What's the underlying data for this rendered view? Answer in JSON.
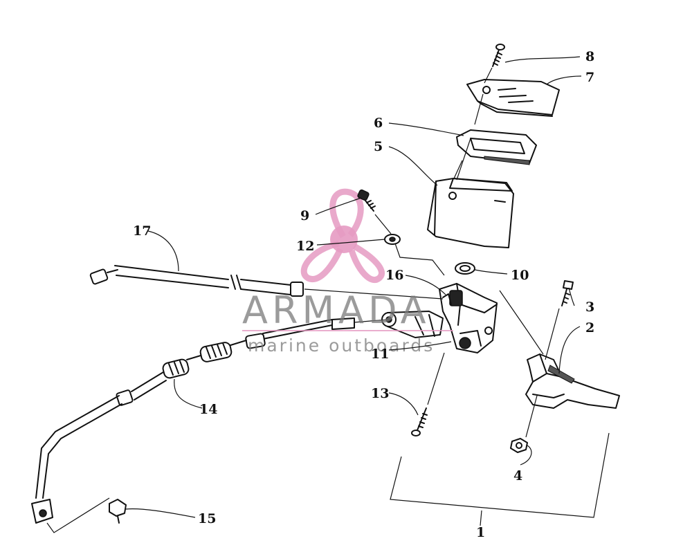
{
  "callouts": [
    {
      "id": "1",
      "label": "1"
    },
    {
      "id": "2",
      "label": "2"
    },
    {
      "id": "3",
      "label": "3"
    },
    {
      "id": "4",
      "label": "4"
    },
    {
      "id": "5",
      "label": "5"
    },
    {
      "id": "6",
      "label": "6"
    },
    {
      "id": "7",
      "label": "7"
    },
    {
      "id": "8",
      "label": "8"
    },
    {
      "id": "9",
      "label": "9"
    },
    {
      "id": "10",
      "label": "10"
    },
    {
      "id": "11",
      "label": "11"
    },
    {
      "id": "12",
      "label": "12"
    },
    {
      "id": "13",
      "label": "13"
    },
    {
      "id": "14",
      "label": "14"
    },
    {
      "id": "15",
      "label": "15"
    },
    {
      "id": "16",
      "label": "16"
    },
    {
      "id": "17",
      "label": "17"
    }
  ],
  "watermark": {
    "brand": "ARMADA",
    "tagline": "marine outboards",
    "accent_color": "#e59ac2",
    "text_color": "#7a7a7a"
  },
  "colors": {
    "line": "#111111",
    "background": "#ffffff"
  }
}
